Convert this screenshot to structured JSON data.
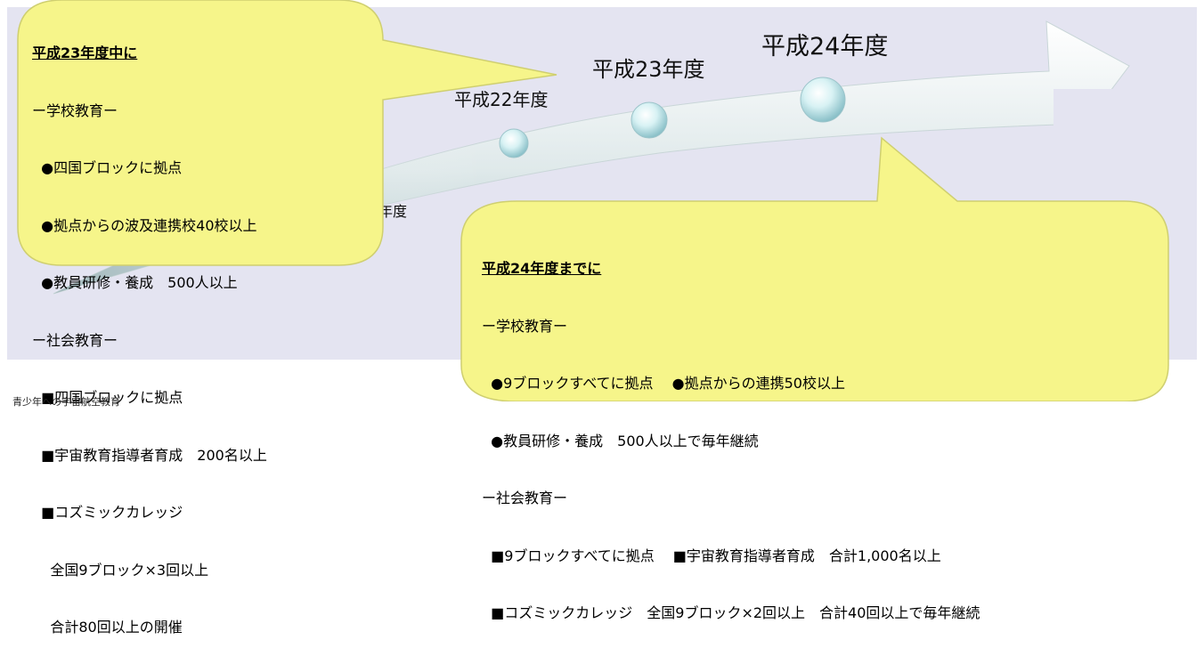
{
  "years": {
    "y21": "年度",
    "y22": "平成22年度",
    "y23": "平成23年度",
    "y24": "平成24年度"
  },
  "bubble1": {
    "title": "平成23年度中に",
    "lines": [
      "ー学校教育ー",
      "  ●四国ブロックに拠点",
      "  ●拠点からの波及連携校40校以上",
      "  ●教員研修・養成　500人以上",
      "ー社会教育ー",
      "  ■四国ブロックに拠点",
      "  ■宇宙教育指導者育成　200名以上",
      "  ■コズミックカレッジ",
      "    全国9ブロック×3回以上",
      "    合計80回以上の開催"
    ]
  },
  "bubble2": {
    "title": "平成24年度までに",
    "lines": [
      "ー学校教育ー",
      "  ●9ブロックすべてに拠点　 ●拠点からの連携50校以上",
      "  ●教員研修・養成　500人以上で毎年継続",
      "ー社会教育ー",
      "  ■9ブロックすべてに拠点　 ■宇宙教育指導者育成　合計1,000名以上",
      "  ■コズミックカレッジ　全国9ブロック×2回以上　合計40回以上で毎年継続"
    ]
  },
  "caption": "青少年への宇宙航空教育",
  "colors": {
    "background": "#e4e4f1",
    "bubble_fill": "#f6f58a",
    "bubble_stroke": "#c8c86a",
    "arrow_light": "#f4f8f8",
    "arrow_dark": "#b9cdd0"
  }
}
